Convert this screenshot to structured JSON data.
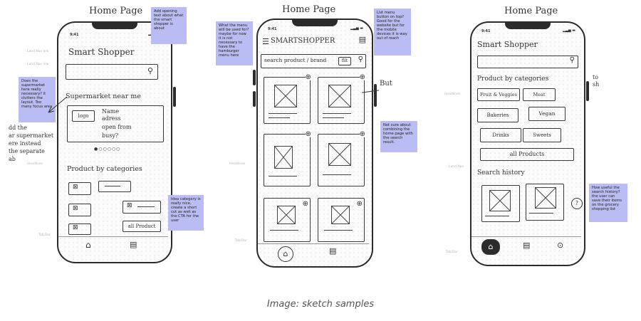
{
  "caption": "Image: sketch samples",
  "sketch1": {
    "title": "Home Page",
    "time": "9:41",
    "app_name": "Smart Shopper",
    "section_supermarket": "Supermarket near me",
    "logo_label": "logo",
    "store_lines": [
      "Name",
      "adress",
      "open from",
      "busy?"
    ],
    "dots": "●○○○○○",
    "section_categories": "Product by categories",
    "all_products": "all Product",
    "note_top": "Add opening text about what the smart shopper is about",
    "note_left": "Does the supermarket here really necessary? it clutters the layout. Too many focus area",
    "note_bottom": "Idea category is really nice, create a short cut as well as the CTA for the user",
    "side_text": [
      "dd the",
      "ar supermarket",
      "ere instead",
      "the separate",
      "ab"
    ]
  },
  "sketch2": {
    "title": "Home Page",
    "time": "9:41",
    "app_name": "SMARTSHOPPER",
    "search_placeholder": "search product / brand",
    "filter_label": "filt",
    "side_text": "But",
    "note_left": "What the menu will be used for? maybe for now it is not necessary to have the hamburger menu here",
    "note_top": "List menu button on top? Good for the website but for the mobile devices it is way out of reach",
    "note_mid": "Not sure about combining the home page with the search result."
  },
  "sketch3": {
    "title": "Home Page",
    "time": "9:41",
    "app_name": "Smart Shopper",
    "section_categories": "Product by categories",
    "categories": [
      "Fruit & Veggies",
      "Meat",
      "Bakeries",
      "Vegan",
      "Drinks",
      "Sweets"
    ],
    "all_products": "all Products",
    "section_history": "Search history",
    "side_text": [
      "to",
      "sh"
    ],
    "note_right": "How useful the search history? the user can save their items on the grocery shopping list"
  },
  "ghost_labels": [
    "Land Nav link",
    "Land Nav link",
    "Headlines",
    "Tab Bar",
    "Headlines",
    "Tab Bar",
    "Land Nav",
    "Headlines",
    "Tab Bar"
  ],
  "colors": {
    "sticky": "#b9bdf4",
    "ink": "#2b2b2b"
  }
}
